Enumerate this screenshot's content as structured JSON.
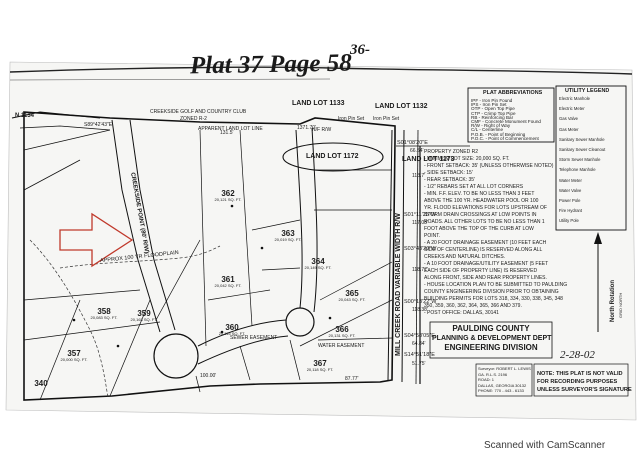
{
  "header": {
    "plat_ref": "Plat 37 Page 58",
    "corner_mark": "36-"
  },
  "land_lots": {
    "lot_1133": "LAND LOT 1133",
    "lot_1132": "LAND LOT 1132",
    "lot_1172": "LAND LOT 1172",
    "lot_1173": "LAND LOT 1173",
    "lot_1134_partial": "N 1134"
  },
  "labels": {
    "creekside": "CREEKSIDE GOLF AND COUNTRY CLUB",
    "creekside_sub": "ZONED R-2",
    "apparent_line": "APPARENT LAND LOT LINE",
    "road_left": "CREEKSIDE POINT (80' R/W)",
    "road_right": "MILL CREEK ROAD VARIABLE WIDTH R/W",
    "floodplain": "APPROX 100 YR FLOODPLAIN",
    "iron_pin_set": "Iron Pin Set",
    "iron_pin_set_2": "Iron Pin Set",
    "row_label": "N/F R/W",
    "sewer_easement": "SEWER EASEMENT",
    "water_easement": "WATER EASEMENT",
    "bearing_north": "S01°08'20\"E",
    "dist_1": "66.54'",
    "dist_2": "113.7'",
    "dist_3": "117.03'",
    "dist_4": "118.77'",
    "dist_5": "118.38'",
    "dist_6": "64.84'",
    "dist_7": "51.75'",
    "dist_8": "87.77'",
    "dist_9": "1371.70'",
    "tie_1": "S01°11'25\"W",
    "tie_2": "S03°43'20\"W",
    "tie_3": "S00°13'22\"W",
    "tie_4": "S04°58'05\"E",
    "tie_5": "S14°51'18\"E",
    "dist_top_left": "S89°42'43\"E",
    "dist_top_row": "100.00'",
    "dist_row_2": "131.5'"
  },
  "lots": [
    {
      "number": "357",
      "area": "20,000 SQ. FT."
    },
    {
      "number": "358",
      "area": "20,083 SQ. FT."
    },
    {
      "number": "359",
      "area": "20,163 SQ. FT."
    },
    {
      "number": "360",
      "area": "20,115 SQ. FT."
    },
    {
      "number": "361",
      "area": "20,042 SQ. FT."
    },
    {
      "number": "362",
      "area": "20,121 SQ. FT."
    },
    {
      "number": "363",
      "area": "20,019 SQ. FT."
    },
    {
      "number": "364",
      "area": "20,149 SQ. FT."
    },
    {
      "number": "365",
      "area": "20,043 SQ. FT."
    },
    {
      "number": "366",
      "area": "20,131 SQ. FT."
    },
    {
      "number": "367",
      "area": "20,118 SQ. FT."
    },
    {
      "number": "340",
      "area": ""
    }
  ],
  "plat_abbreviations": {
    "title": "PLAT ABBREVIATIONS",
    "items": [
      "IPF - Iron Pin Found",
      "IPS - Iron Pin Set",
      "OTP - Open Top Pipe",
      "CTP - Crimp Top Pipe",
      "RB - Reinforcing Bar",
      "CMF - Concrete Monument Found",
      "R/W - Right of Way",
      "C/L - Centerline",
      "P.O.B. - Point of Beginning",
      "P.O.C. - Point of Commencement"
    ]
  },
  "utility_legend": {
    "title": "UTILITY LEGEND",
    "items": [
      "Electric Manhole",
      "Electric Meter",
      "Gas Valve",
      "Gas Meter",
      "Sanitary Sewer Manhole",
      "Sanitary Sewer Cleanout",
      "Storm Sewer Manhole",
      "Telephone Manhole",
      "Water Meter",
      "Water Valve",
      "Power Pole",
      "Fire Hydrant",
      "Utility Pole"
    ]
  },
  "notes": {
    "items": [
      "PROPERTY ZONED R2",
      "- MINIMUM LOT SIZE: 20,000 SQ. FT.",
      "- FRONT SETBACK: 35' (UNLESS OTHERWISE NOTED)",
      "- SIDE SETBACK: 15'",
      "- REAR SETBACK: 35'",
      "- 1/2\" REBARS SET AT ALL LOT CORNERS",
      "- MIN. F.F. ELEV. TO BE NO LESS THAN 3 FEET",
      "  ABOVE THE 100 YR. HEADWATER POOL OR 100",
      "  YR. FLOOD ELEVATIONS FOR LOTS UPSTREAM OF",
      "  STORM DRAIN CROSSINGS AT LOW POINTS IN",
      "  ROADS. ALL OTHER LOTS TO BE NO LESS THAN 1",
      "  FOOT ABOVE THE TOP OF THE CURB AT LOW",
      "  POINT.",
      "- A 20 FOOT DRAINAGE EASEMENT (10 FEET EACH",
      "  SIDE OF CENTERLINE) IS RESERVED ALONG ALL",
      "  CREEKS AND NATURAL DITCHES.",
      "- A 10 FOOT DRAINAGE/UTILITY EASEMENT (5 FEET",
      "  EACH SIDE OF PROPERTY LINE) IS RESERVED",
      "  ALONG FRONT, SIDE AND REAR PROPERTY LINES.",
      "- HOUSE LOCATION PLAN TO BE SUBMITTED TO PAULDING",
      "  COUNTY ENGINEERING DIVISION PRIOR TO OBTAINING",
      "  BUILDING PERMITS FOR LOTS 318, 334, 330, 338, 345, 348",
      "  350, 359, 360, 362, 364, 365, 366 AND 379.",
      "- POST OFFICE: DALLAS, 30141"
    ]
  },
  "stamp": {
    "line1": "PAULDING COUNTY",
    "line2": "PLANNING & DEVELOPMENT DEPT",
    "line3": "ENGINEERING DIVISION",
    "date": "2-28-02"
  },
  "north_arrow": {
    "label": "North Rotation",
    "sub": "GRID NORTH"
  },
  "surveyor_box": {
    "line1": "Surveyor: ROBERT L. LEWIS",
    "line2": "GA. R.L.S. 2196",
    "line3": "ROAD: 1",
    "line4": "DALLAS, GEORGIA 30132",
    "line5": "PHONE: 770 - 443 - 6133"
  },
  "seal_note": {
    "line1": "NOTE: THIS PLAT IS NOT VALID",
    "line2": "FOR RECORDING PURPOSES",
    "line3": "UNLESS SURVEYOR'S SIGNATURE"
  },
  "footer": {
    "scanner": "Scanned with CamScanner"
  },
  "colors": {
    "ink": "#1a1a1a",
    "arrow": "#c0392b",
    "paper": "#f7f7f5"
  }
}
